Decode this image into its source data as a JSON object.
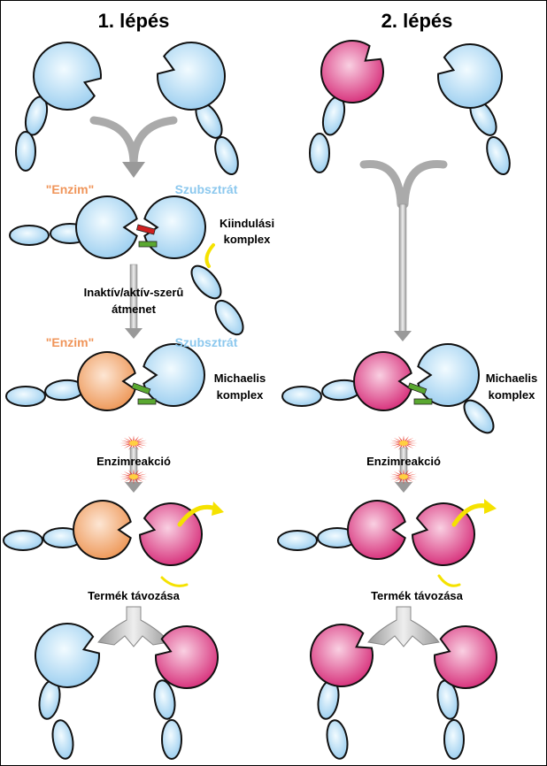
{
  "columns": [
    {
      "title": "1. lépés",
      "enzyme_label": "\"Enzim\"",
      "substrate_label": "Szubsztrát",
      "initial_complex": [
        "Kiindulási",
        "komplex"
      ],
      "transition": [
        "Inaktív/aktív-szerû",
        "átmenet"
      ],
      "enzyme_label_2": "\"Enzim\"",
      "substrate_label_2": "Szubsztrát",
      "michaelis": [
        "Michaelis",
        "komplex"
      ],
      "reaction": "Enzimreakció",
      "product_release": "Termék távozása"
    },
    {
      "title": "2. lépés",
      "michaelis": [
        "Michaelis",
        "komplex"
      ],
      "reaction": "Enzimreakció",
      "product_release": "Termék távozása"
    }
  ],
  "colors": {
    "blue": "#a9d6f2",
    "pink": "#d83a82",
    "orange": "#f0a064",
    "arrow_gray": "#b0b0b0",
    "yellow": "#f5e200",
    "red": "#d02020",
    "green": "#5aa830"
  }
}
